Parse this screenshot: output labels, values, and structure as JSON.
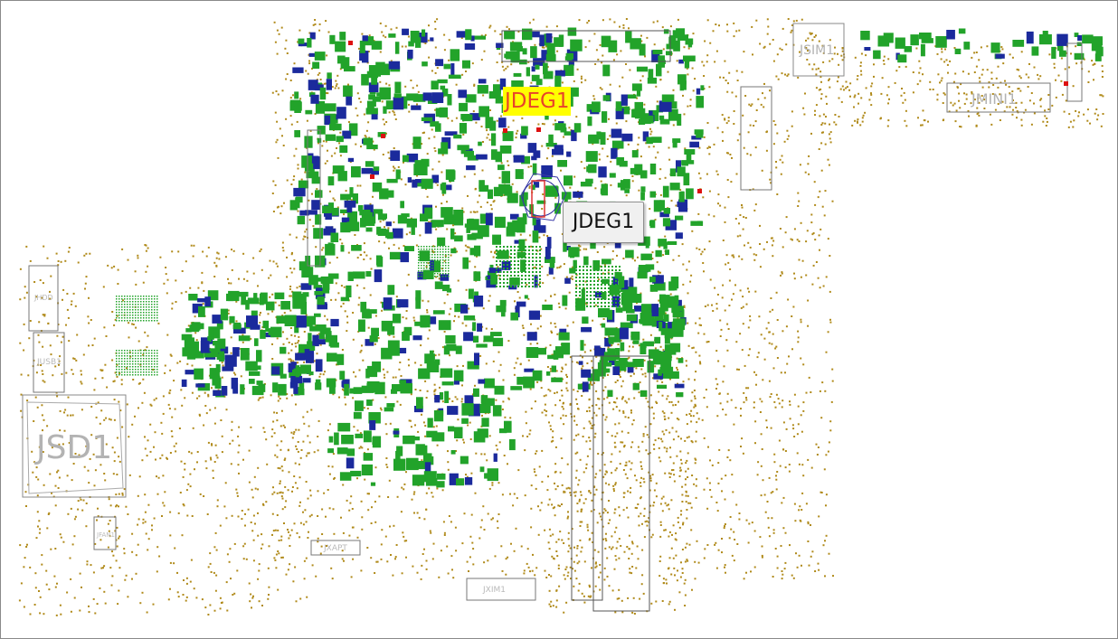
{
  "highlight_label": "JDEG1",
  "tooltip_text": "JDEG1",
  "board_labels": {
    "jsd1": "JSD1",
    "jsim1": "JSIM1",
    "jmini1": "JMINI1",
    "jusb1": "JUSB1",
    "jhdd": "JHDD",
    "jxapt": "JXAPT",
    "jxim1": "JXIM1",
    "jfan1": "JFAN1"
  },
  "colors": {
    "pad_gold": "#b08a1a",
    "component_green": "#22a32a",
    "component_blue": "#1b2a9c",
    "outline_gray": "#808080",
    "highlight_yellow": "#ffff00",
    "highlight_text": "#e8442a"
  }
}
